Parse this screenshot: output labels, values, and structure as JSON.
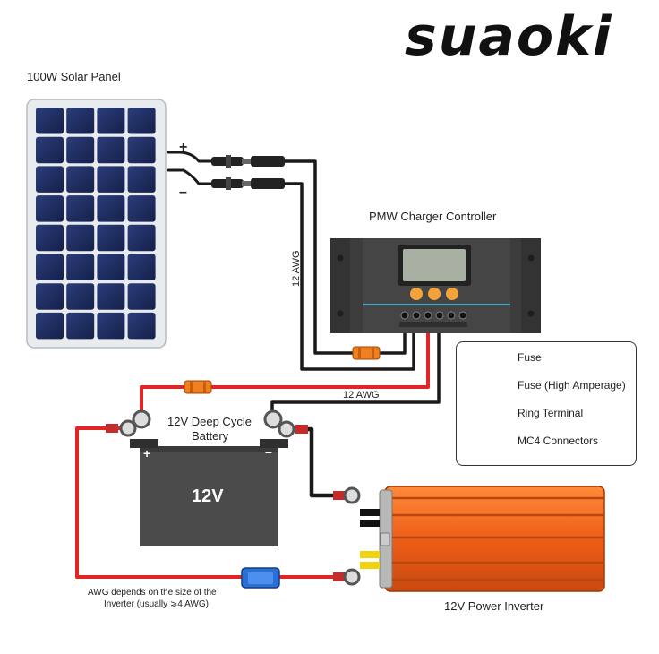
{
  "brand": {
    "logo_text": "suaoki"
  },
  "labels": {
    "solar_panel": "100W Solar Panel",
    "plus": "+",
    "minus": "–",
    "controller": "PMW Charger Controller",
    "awg_vertical": "12 AWG",
    "awg_horizontal": "12 AWG",
    "battery_title_line1": "12V Deep Cycle",
    "battery_title_line2": "Battery",
    "battery_voltage": "12V",
    "battery_plus": "+",
    "battery_minus": "–",
    "awg_note_line1": "AWG depends on the size of the",
    "awg_note_line2": "Inverter (usually ⩾4 AWG)",
    "inverter": "12V Power Inverter"
  },
  "legend": {
    "items": [
      {
        "label": "Fuse",
        "icon": "fuse-icon"
      },
      {
        "label": "Fuse (High Amperage)",
        "icon": "high-amperage-fuse-icon"
      },
      {
        "label": "Ring Terminal",
        "icon": "ring-terminal-icon"
      },
      {
        "label": "MC4 Connectors",
        "icon": "mc4-connector-icon"
      }
    ]
  },
  "colors": {
    "positive_wire": "#e32424",
    "negative_wire": "#1a1a1a",
    "panel_cell": "#1d2b5c",
    "controller_body": "#3c3c3c",
    "controller_button": "#f3a33a",
    "battery_body": "#4b4b4b",
    "inverter_body": "#f0641e",
    "fuse": "#f07f1f",
    "high_amp_fuse": "#2a6fd6"
  }
}
